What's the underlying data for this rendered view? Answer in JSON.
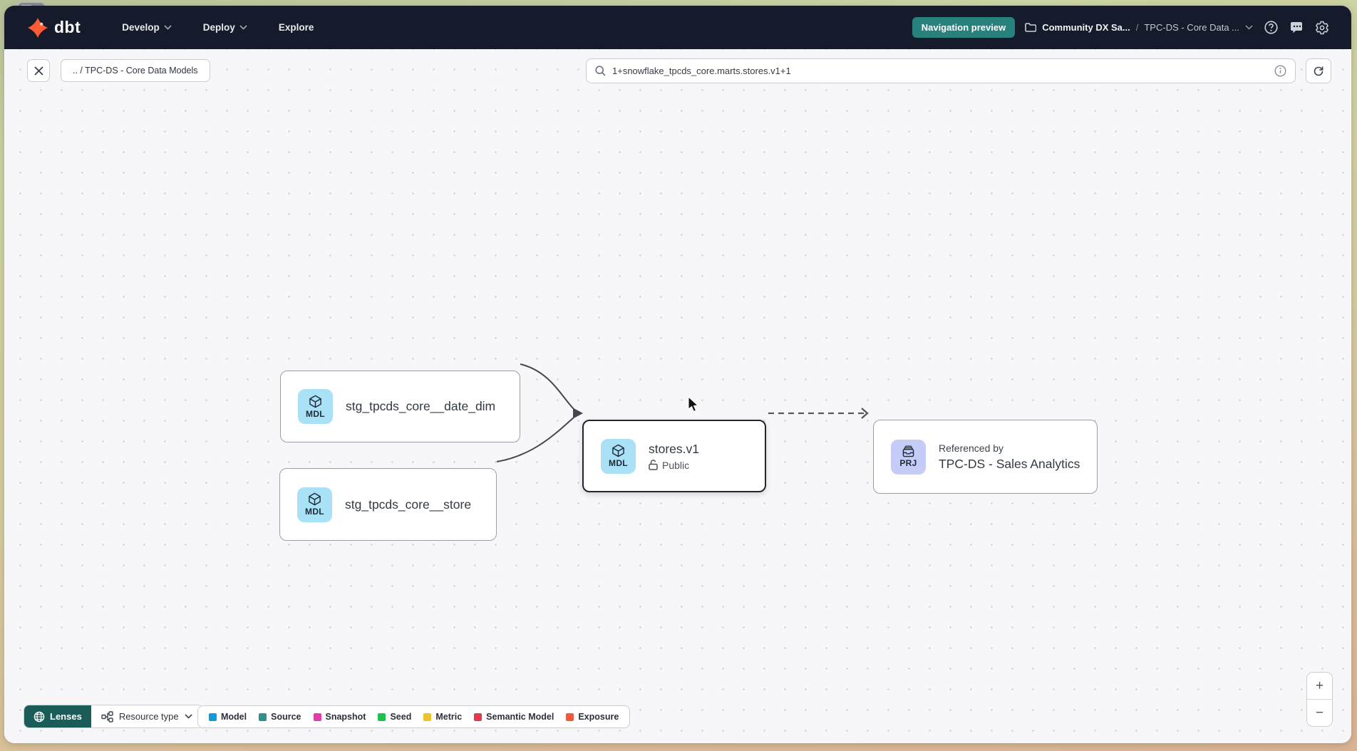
{
  "nav": {
    "logo_text": "dbt",
    "menu_develop": "Develop",
    "menu_deploy": "Deploy",
    "menu_explore": "Explore",
    "preview_badge": "Navigation preview",
    "preview_badge_color": "#27817d",
    "breadcrumb": {
      "project": "Community DX Sa...",
      "separator": "/",
      "page": "TPC-DS - Core Data ..."
    }
  },
  "toolbar": {
    "path_chip": ".. / TPC-DS - Core Data Models",
    "search_value": "1+snowflake_tpcds_core.marts.stores.v1+1"
  },
  "graph": {
    "nodes": [
      {
        "badge": "MDL",
        "label": "stg_tpcds_core__date_dim",
        "badge_color": "#a9e1f7"
      },
      {
        "badge": "MDL",
        "label": "stg_tpcds_core__store",
        "badge_color": "#a9e1f7"
      },
      {
        "badge": "MDL",
        "label": "stores.v1",
        "access": "Public",
        "badge_color": "#a9e1f7"
      },
      {
        "badge": "PRJ",
        "sublabel": "Referenced by",
        "label": "TPC-DS - Sales Analytics",
        "badge_color": "#c5ccf8"
      }
    ]
  },
  "footer": {
    "lenses_label": "Lenses",
    "lenses_color": "#1a5c57",
    "resource_type_label": "Resource type",
    "legend": [
      {
        "label": "Model",
        "color": "#129bda"
      },
      {
        "label": "Source",
        "color": "#2f908c"
      },
      {
        "label": "Snapshot",
        "color": "#de3fae"
      },
      {
        "label": "Seed",
        "color": "#1fc24f"
      },
      {
        "label": "Metric",
        "color": "#eec32b"
      },
      {
        "label": "Semantic Model",
        "color": "#e23a50"
      },
      {
        "label": "Exposure",
        "color": "#f05b40"
      }
    ]
  },
  "zoom_controls": {
    "zoom_in": "+",
    "zoom_out": "−"
  }
}
